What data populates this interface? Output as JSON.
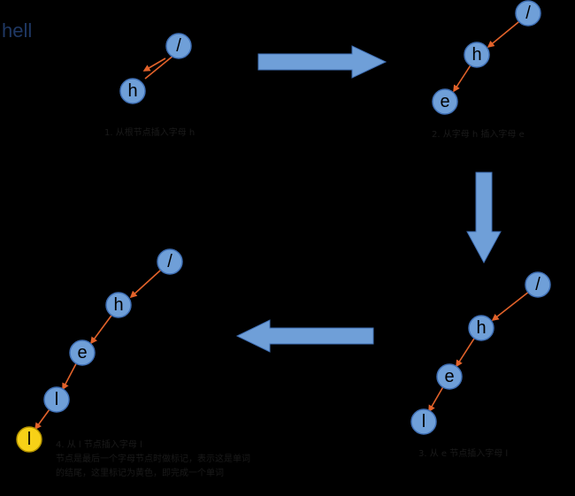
{
  "word": "hell",
  "colors": {
    "node_fill": "#6f9fd8",
    "node_stroke": "#3f6fb5",
    "highlight_fill": "#f7d117",
    "highlight_stroke": "#b59400",
    "edge": "#e2622a",
    "arrow_fill": "#6f9fd8",
    "arrow_stroke": "#3f6fb5"
  },
  "panels": [
    {
      "caption": [
        "1. 从根节点插入字母 h"
      ],
      "nodes": [
        "/",
        "h"
      ]
    },
    {
      "caption": [
        "2. 从字母 h 插入字母 e"
      ],
      "nodes": [
        "/",
        "h",
        "e"
      ]
    },
    {
      "caption": [
        "3. 从 e 节点插入字母 l"
      ],
      "nodes": [
        "/",
        "h",
        "e",
        "l"
      ]
    },
    {
      "caption": [
        "4. 从 l 节点插入字母 l",
        "节点是最后一个字母节点时做标记，表示这是单词",
        "的结尾，这里标记为黄色，即完成一个单词"
      ],
      "nodes": [
        "/",
        "h",
        "e",
        "l",
        "l"
      ]
    }
  ]
}
